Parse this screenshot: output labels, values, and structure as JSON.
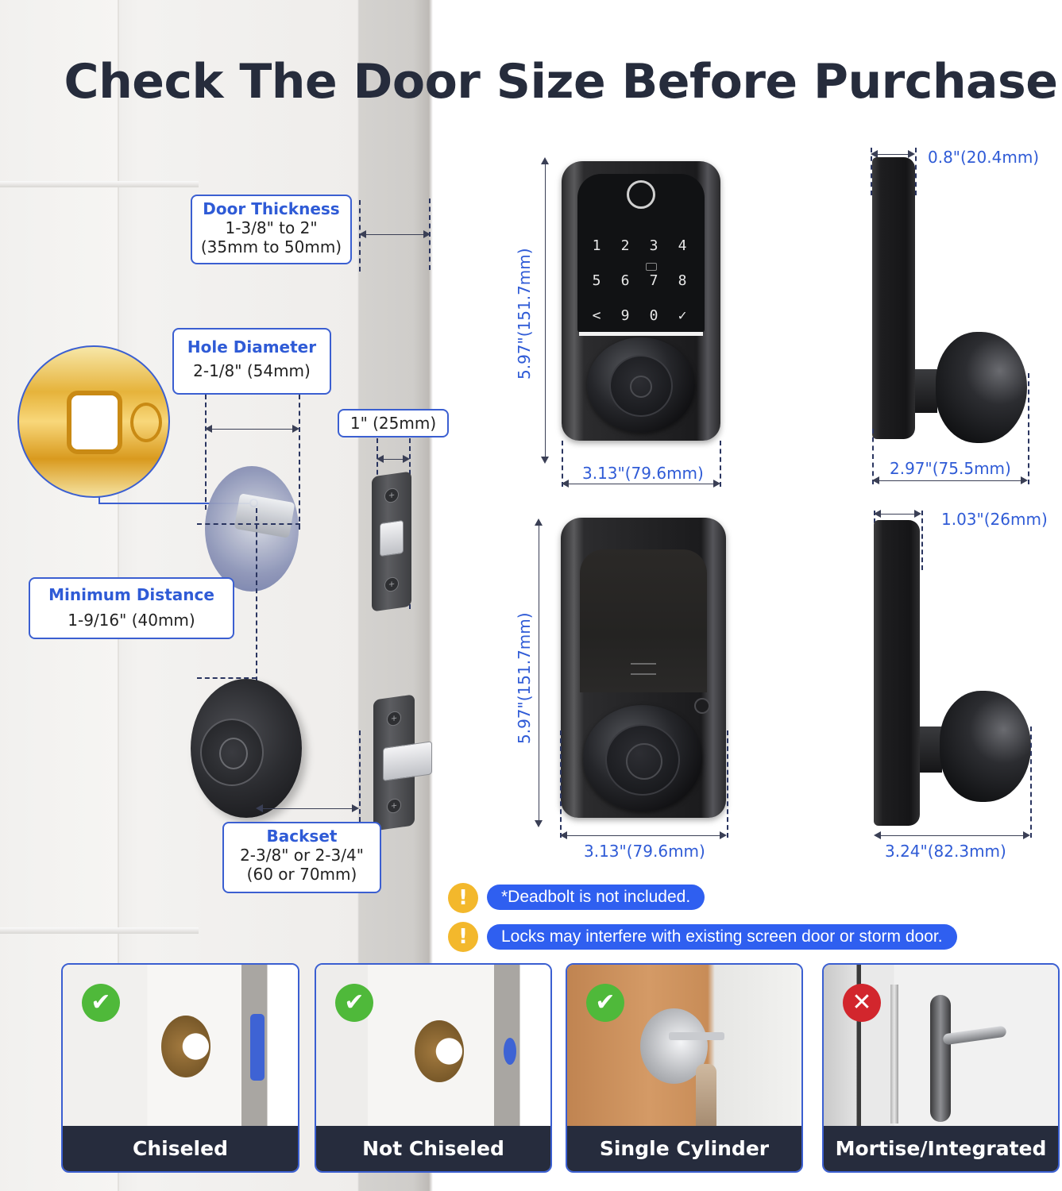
{
  "title": "Check The Door Size Before Purchase",
  "callouts": {
    "door_thickness": {
      "heading": "Door Thickness",
      "line1": "1-3/8\" to 2\"",
      "line2": "(35mm to 50mm)"
    },
    "hole_diameter": {
      "heading": "Hole Diameter",
      "line1": "2-1/8\" (54mm)"
    },
    "latch_width": {
      "line1": "1\" (25mm)"
    },
    "minimum_distance": {
      "heading": "Minimum Distance",
      "line1": "1-9/16\" (40mm)"
    },
    "backset": {
      "heading": "Backset",
      "line1": "2-3/8\" or 2-3/4\"",
      "line2": "(60 or 70mm)"
    }
  },
  "keypad_lock": {
    "height": "5.97\"(151.7mm)",
    "width": "3.13\"(79.6mm)",
    "keys": [
      "1",
      "2",
      "3",
      "4",
      "5",
      "6",
      "7",
      "8",
      "<",
      "9",
      "0",
      "✓"
    ]
  },
  "keypad_side": {
    "depth_front": "0.8\"(20.4mm)",
    "depth_total": "2.97\"(75.5mm)"
  },
  "interior_lock": {
    "height": "5.97\"(151.7mm)",
    "width": "3.13\"(79.6mm)"
  },
  "interior_side": {
    "depth_front": "1.03\"(26mm)",
    "depth_total": "3.24\"(82.3mm)"
  },
  "notes": [
    {
      "icon": "!",
      "text": "*Deadbolt is not included."
    },
    {
      "icon": "!",
      "text": "Locks may interfere with existing screen door or storm door."
    }
  ],
  "compat_cards": [
    {
      "label": "Chiseled",
      "status": "✔",
      "compatible": true
    },
    {
      "label": "Not Chiseled",
      "status": "✔",
      "compatible": true
    },
    {
      "label": "Single Cylinder",
      "status": "✔",
      "compatible": true
    },
    {
      "label": "Mortise/Integrated",
      "status": "✕",
      "compatible": false
    }
  ],
  "colors": {
    "accent_blue": "#2f5bd6",
    "pill_blue": "#2f5ff0",
    "dark_navy": "#262c3d",
    "warning_yellow": "#f3b82c",
    "ok_green": "#4fb93a",
    "no_red": "#d2262d"
  }
}
